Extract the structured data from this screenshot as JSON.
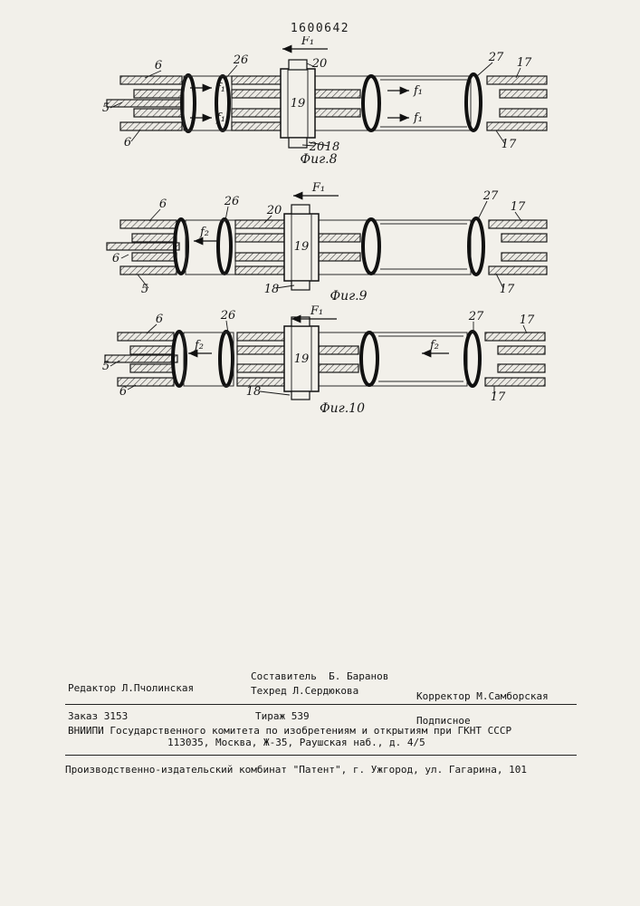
{
  "page": {
    "patent_number": "1600642"
  },
  "figures": [
    {
      "caption": "Фиг.8",
      "labels": [
        "6",
        "26",
        "F₁",
        "20",
        "27",
        "17",
        "f₁",
        "5",
        "f₁",
        "19",
        "f₁",
        "f₁",
        "6",
        "20",
        "18",
        "17"
      ]
    },
    {
      "caption": "Фиг.9",
      "labels": [
        "F₁",
        "6",
        "26",
        "20",
        "27",
        "17",
        "f₂",
        "6",
        "19",
        "5",
        "18",
        "17"
      ]
    },
    {
      "caption": "Фиг.10",
      "labels": [
        "F₁",
        "6",
        "26",
        "27",
        "17",
        "5",
        "f₂",
        "19",
        "f₂",
        "6",
        "18",
        "17"
      ]
    }
  ],
  "colophon": {
    "composer": "Составитель  Б. Баранов",
    "editor": "Редактор Л.Пчолинская",
    "techred": "Техред Л.Сердюкова",
    "corrector": "Корректор М.Самборская",
    "order": "Заказ 3153",
    "print_run": "Тираж 539",
    "subscription": "Подписное",
    "vniipi_line1": "ВНИИПИ Государственного комитета по изобретениям и открытиям при ГКНТ СССР",
    "vniipi_line2": "113035, Москва, Ж-35, Раушская наб., д. 4/5",
    "publisher_line": "Производственно-издательский комбинат \"Патент\", г. Ужгород, ул. Гагарина, 101"
  }
}
